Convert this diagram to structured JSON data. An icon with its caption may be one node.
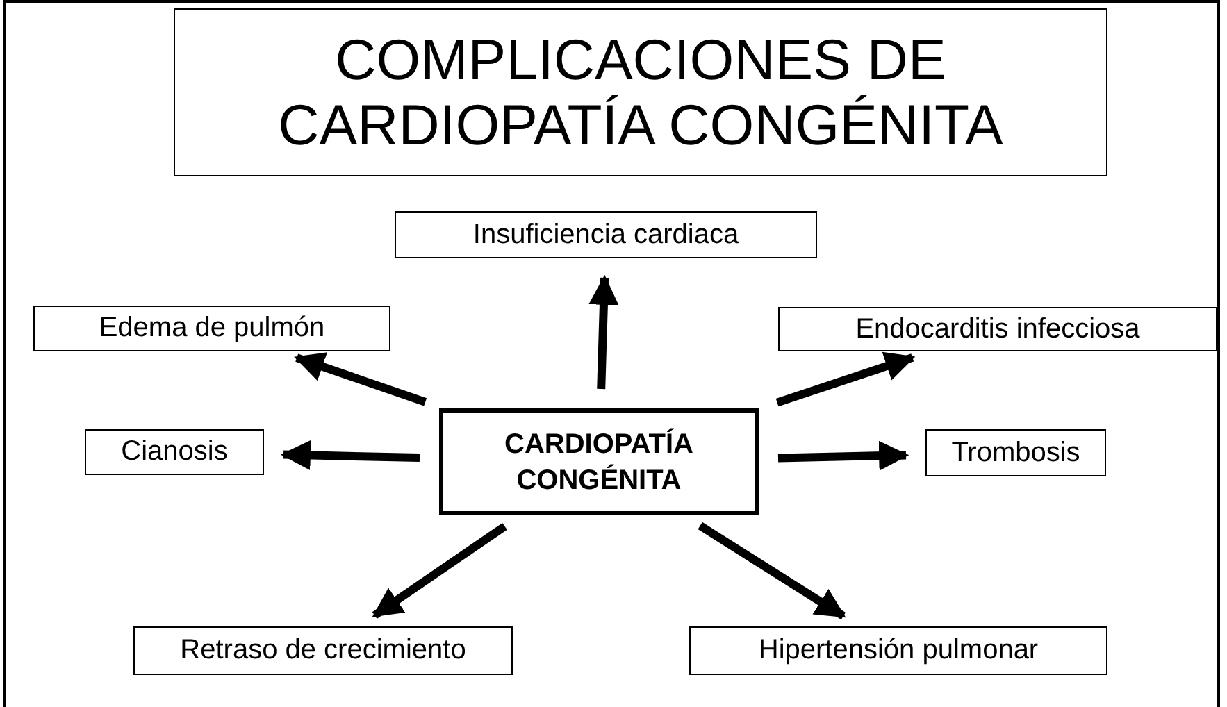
{
  "diagram": {
    "title": "COMPLICACIONES DE CARDIOPATÍA CONGÉNITA",
    "nodes": [
      {
        "text": [
          "CARDIOPATÍA CONGÉNITA"
        ]
      },
      {
        "text": [
          "Insuficiencia cardiaca"
        ]
      },
      {
        "text": [
          "Edema de pulmón"
        ]
      },
      {
        "text": [
          "Endocarditis infecciosa"
        ]
      },
      {
        "text": [
          "Cianosis"
        ]
      },
      {
        "text": [
          "Trombosis"
        ]
      },
      {
        "text": [
          "Retraso de crecimiento"
        ]
      },
      {
        "text": [
          "Hipertensión pulmonar"
        ]
      }
    ],
    "edges": [
      {
        "from": 0,
        "to": 1,
        "arrow": "to"
      },
      {
        "from": 0,
        "to": 2,
        "arrow": "to"
      },
      {
        "from": 0,
        "to": 3,
        "arrow": "to"
      },
      {
        "from": 0,
        "to": 4,
        "arrow": "to"
      },
      {
        "from": 0,
        "to": 5,
        "arrow": "to"
      },
      {
        "from": 0,
        "to": 6,
        "arrow": "to"
      },
      {
        "from": 0,
        "to": 7,
        "arrow": "to"
      }
    ]
  }
}
